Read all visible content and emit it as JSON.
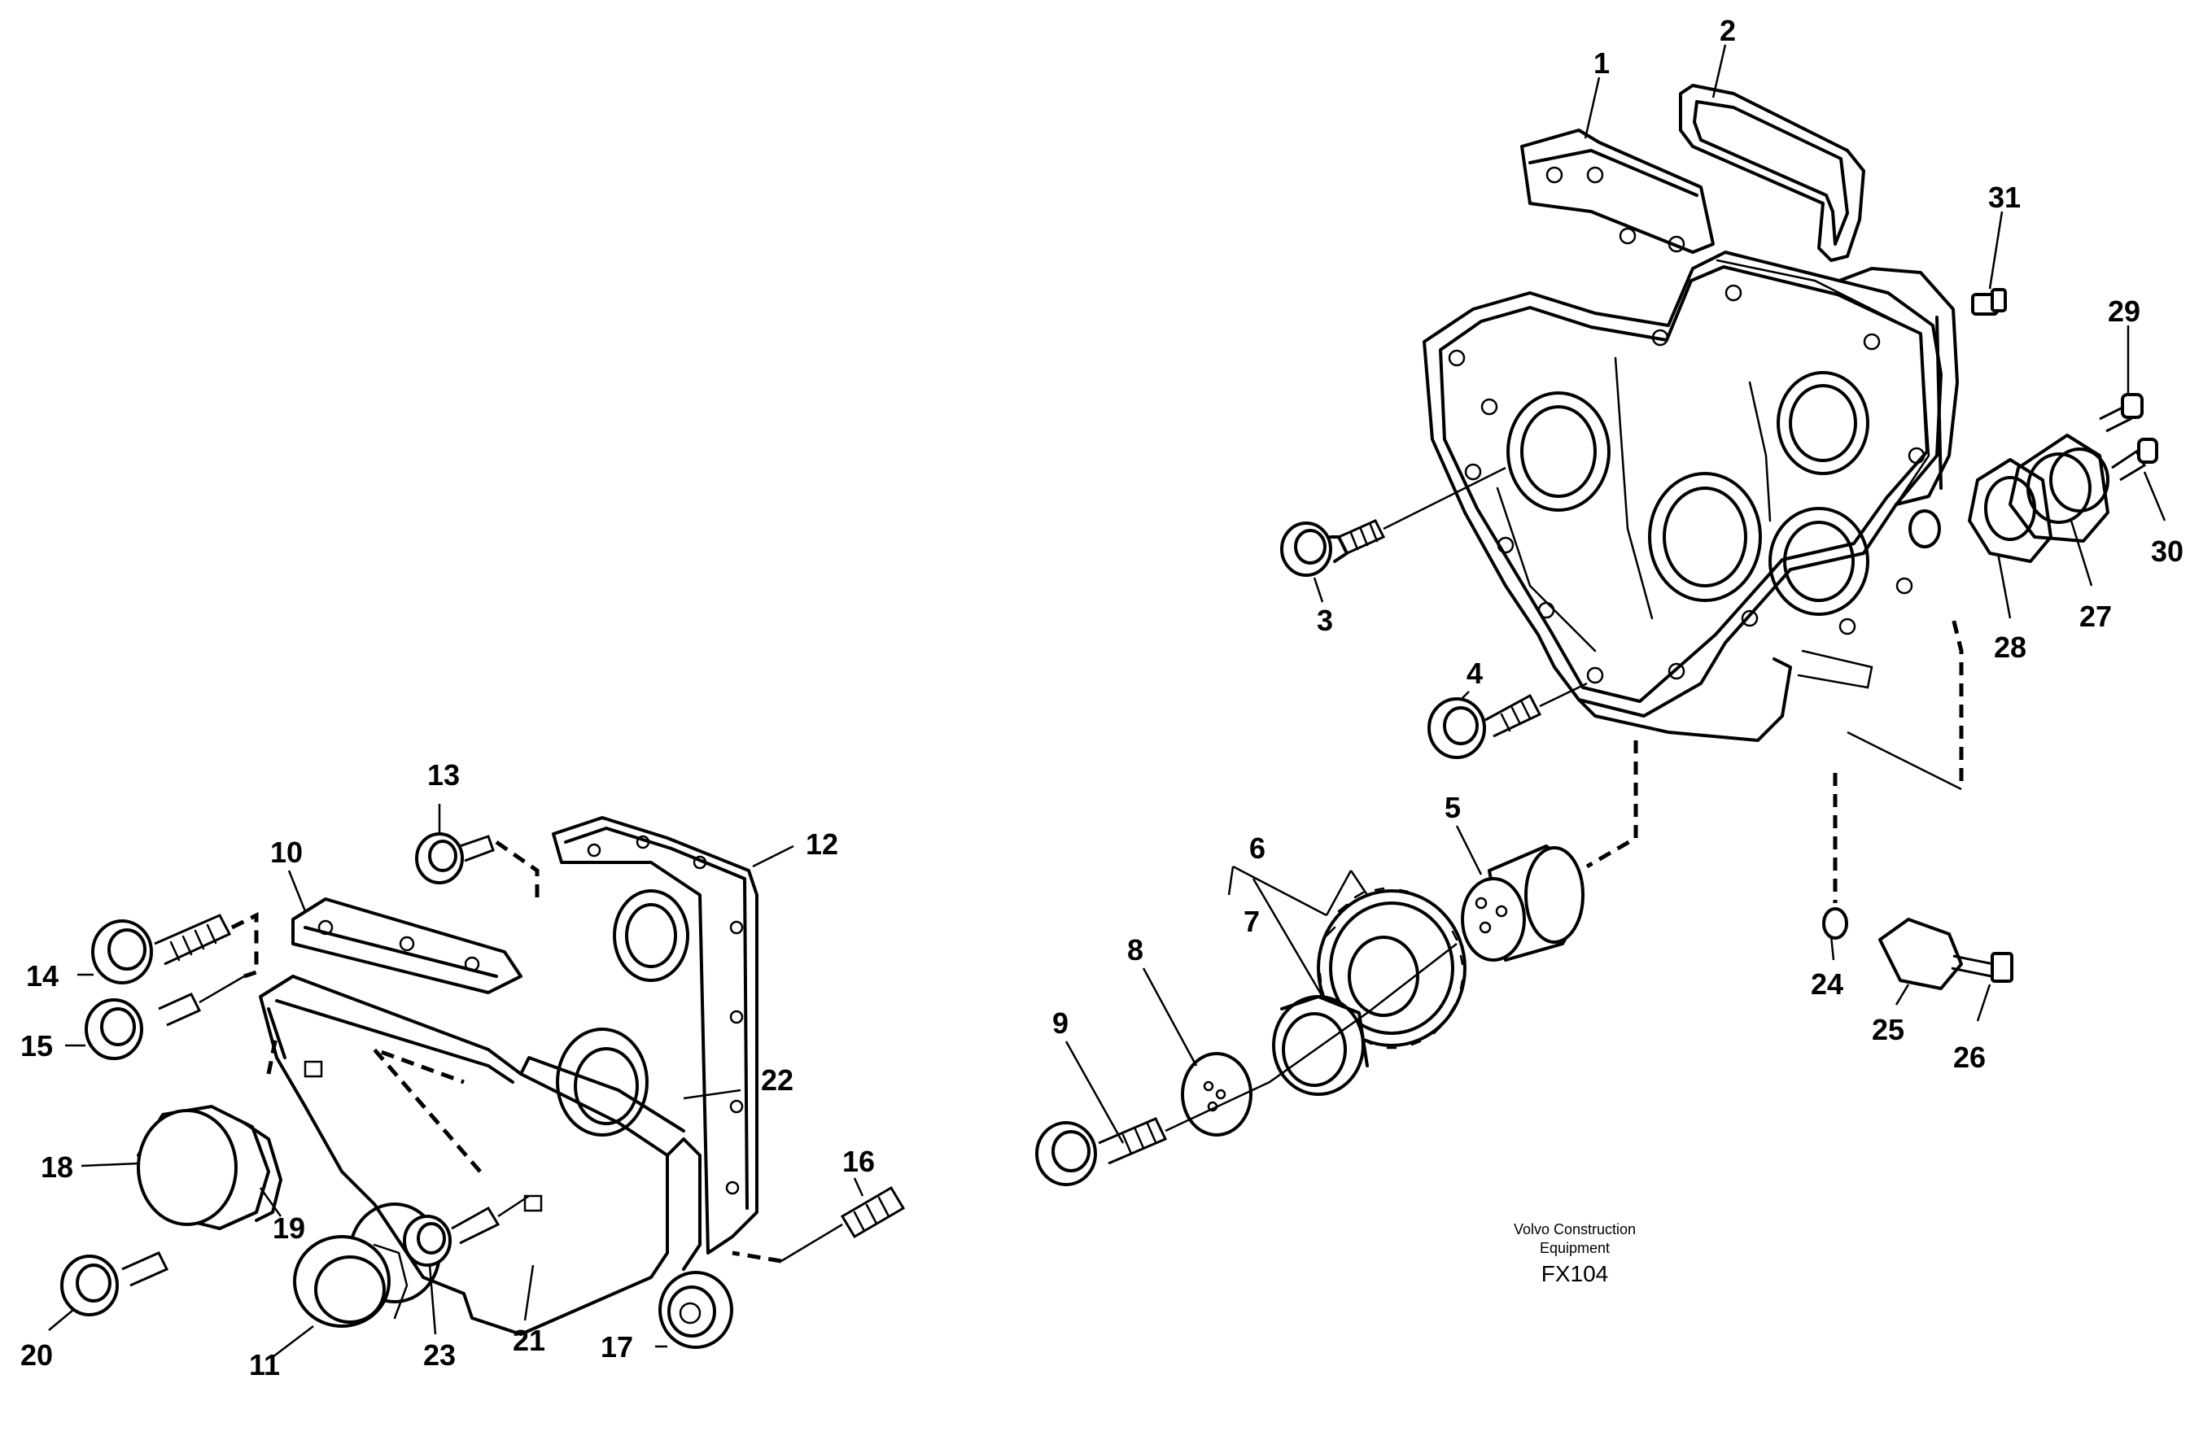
{
  "caption": {
    "line1": "Volvo Construction",
    "line2": "Equipment",
    "code": "FX104"
  },
  "callouts": [
    "1",
    "2",
    "3",
    "4",
    "5",
    "6",
    "7",
    "8",
    "9",
    "10",
    "11",
    "12",
    "13",
    "14",
    "15",
    "16",
    "17",
    "18",
    "19",
    "20",
    "21",
    "22",
    "23",
    "24",
    "25",
    "26",
    "27",
    "28",
    "29",
    "30",
    "31"
  ]
}
